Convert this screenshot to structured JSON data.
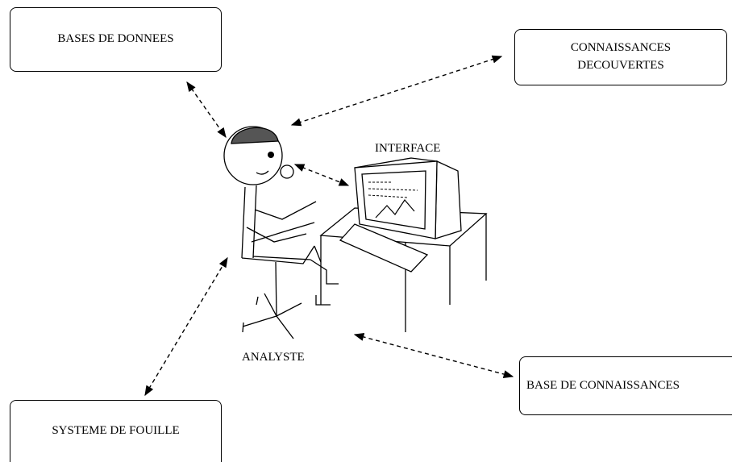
{
  "nodes": {
    "bases_de_donnees": "BASES DE DONNEES",
    "connaissances_line1": "CONNAISSANCES",
    "connaissances_line2": "DECOUVERTES",
    "systeme_de_fouille": "SYSTEME DE FOUILLE",
    "base_de_connaissances": "BASE DE CONNAISSANCES"
  },
  "labels": {
    "interface": "INTERFACE",
    "analyste": "ANALYSTE"
  },
  "edges": [
    {
      "from": "bases_de_donnees",
      "to": "analyste",
      "style": "dashed",
      "arrows": "both"
    },
    {
      "from": "connaissances_decouvertes",
      "to": "analyste",
      "style": "dashed",
      "arrows": "both"
    },
    {
      "from": "systeme_de_fouille",
      "to": "analyste",
      "style": "dashed",
      "arrows": "both"
    },
    {
      "from": "base_de_connaissances",
      "to": "analyste",
      "style": "dashed",
      "arrows": "both"
    },
    {
      "from": "analyste",
      "to": "interface",
      "style": "dashed",
      "arrows": "both"
    }
  ],
  "colors": {
    "line": "#000000",
    "hair": "#555555",
    "background": "#ffffff"
  }
}
